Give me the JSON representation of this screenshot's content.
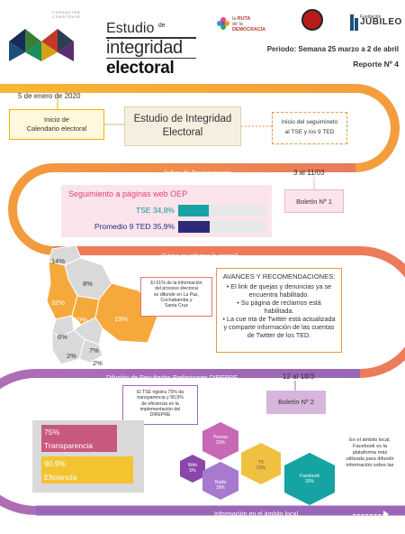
{
  "header": {
    "brand_text": "Fundación Construir",
    "title_line1": "Estudio",
    "title_de": "de",
    "title_line2": "integridad",
    "title_line3": "electoral",
    "logo_ruta": [
      "la",
      "RUTA",
      "de la",
      "DEMOCRACIA"
    ],
    "logo_jubileo": [
      "Fundación",
      "JUBILEO"
    ],
    "periodo": "Periodo: Semana 25 marzo a 2 de abril",
    "reporte": "Reporte Nº 4"
  },
  "timeline": {
    "date_start": "5 de enero de 2020",
    "inicio_label": [
      "Inicio de",
      "Calendario electoral"
    ],
    "estudio_label": [
      "Estudio de Integridad",
      "Electoral"
    ],
    "seguimiento_label": [
      "Inicio del seguimineto",
      "al TSE y los 9 TED"
    ],
    "indice_label": "Índice de Transparencia",
    "dates_boletin1": "3 al 11/03",
    "boletin1": "Boletín Nº 1",
    "como_label": "¿Cómo se informa la gente?",
    "difusion_label": "Difusión de Resultados Preliminares DIREPRE",
    "dates_boletin2": "12 al 18/3",
    "boletin2": "Boletín Nº 2",
    "info_local_label": "Información en el ámbito local"
  },
  "transparency": {
    "title": "Seguimiento a páginas web OEP",
    "rows": [
      {
        "label": "TSE 34,8%",
        "value": 34.8,
        "color": "#16a3a3",
        "label_color": "#12939a"
      },
      {
        "label": "Promedio 9 TED 35,9%",
        "value": 35.9,
        "color": "#2e2a7a",
        "label_color": "#2e2a7a"
      }
    ]
  },
  "map": {
    "percentages": [
      "14%",
      "8%",
      "32%",
      "10%",
      "19%",
      "6%",
      "2%",
      "7%",
      "2%"
    ],
    "note": [
      "El 61% de la información",
      "del proceso electoral",
      "se difunde en La Paz,",
      "Cochabamba y",
      "Santa Cruz"
    ]
  },
  "avances": {
    "title": "AVANCES Y RECOMENDACIONES:",
    "items": [
      "• El link de quejas y denuncias ya se encuentra habilitado.",
      "• Su página de reclamos está habilitada.",
      "• La cue nta de Twitter está actualizada y comparte información de las cuentas de Twitter de los TED."
    ]
  },
  "direpre": {
    "note": [
      "El TSE rigistra 75% da",
      "transparencia y 90,9%",
      "de eficiencia en la",
      "implementación del",
      "DIREPRE"
    ],
    "metrics": [
      {
        "value": "75%",
        "label": "Transparencia",
        "color": "#c9587f",
        "fraction": 0.75
      },
      {
        "value": "90,9%",
        "label": "Eficiencia",
        "color": "#f4c430",
        "fraction": 0.909
      }
    ]
  },
  "hexes": [
    {
      "name": "Prensa",
      "value": "23%",
      "color": "#c968b5"
    },
    {
      "name": "Web",
      "value": "5%",
      "color": "#8a46a8"
    },
    {
      "name": "Radio",
      "value": "18%",
      "color": "#a77ad0"
    },
    {
      "name": "TV",
      "value": "21%",
      "color": "#f0c040"
    },
    {
      "name": "Facebook",
      "value": "33%",
      "color": "#16a3a3"
    }
  ],
  "local_text": [
    "En el ámbito local,",
    "Facebook es la",
    "plataforma más",
    "utilizada para difundir",
    "información sobre las"
  ],
  "colors": {
    "orange": "#f39c3d",
    "coral": "#ec7b5a",
    "purple": "#9a67b6"
  }
}
